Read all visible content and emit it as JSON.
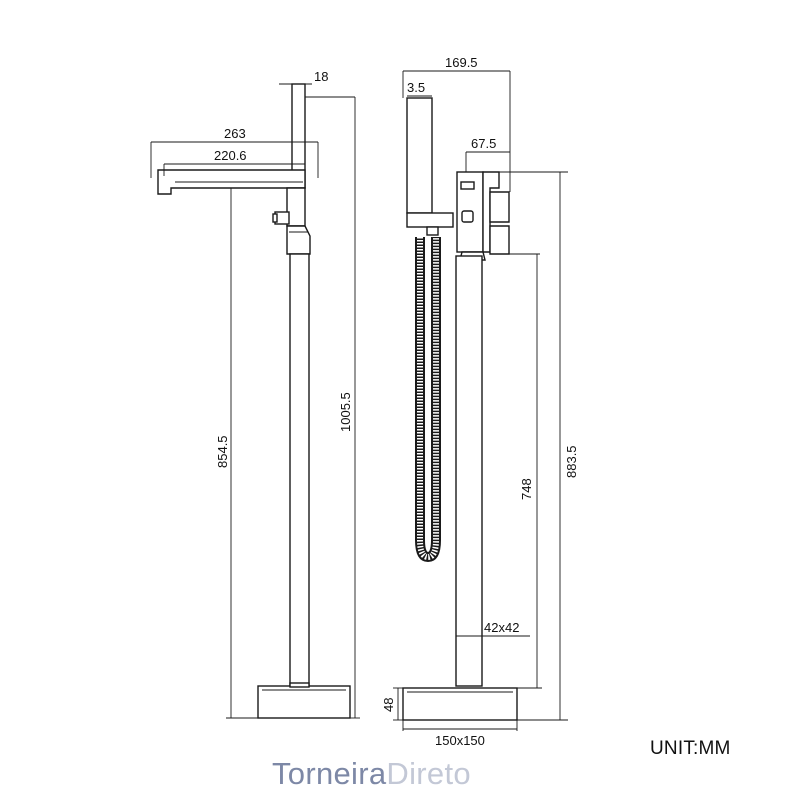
{
  "dimensions": {
    "left_view": {
      "pipe_width": "18",
      "spout_length": "263",
      "spout_reach": "220.6",
      "spout_height": "854.5",
      "total_height": "1005.5"
    },
    "right_view": {
      "overall_width": "169.5",
      "handshower_offset": "3.5",
      "body_depth": "67.5",
      "base_height": "48",
      "base_size": "150x150",
      "column_size": "42x42",
      "column_height": "748",
      "overall_height": "883.5"
    }
  },
  "unit_label": "UNIT:MM",
  "brand": {
    "part1": "Torneira",
    "part2": "Direto"
  },
  "colors": {
    "line": "#1a1a1a",
    "brand_dark": "#7d88a6",
    "brand_light": "#c3c8d6"
  }
}
